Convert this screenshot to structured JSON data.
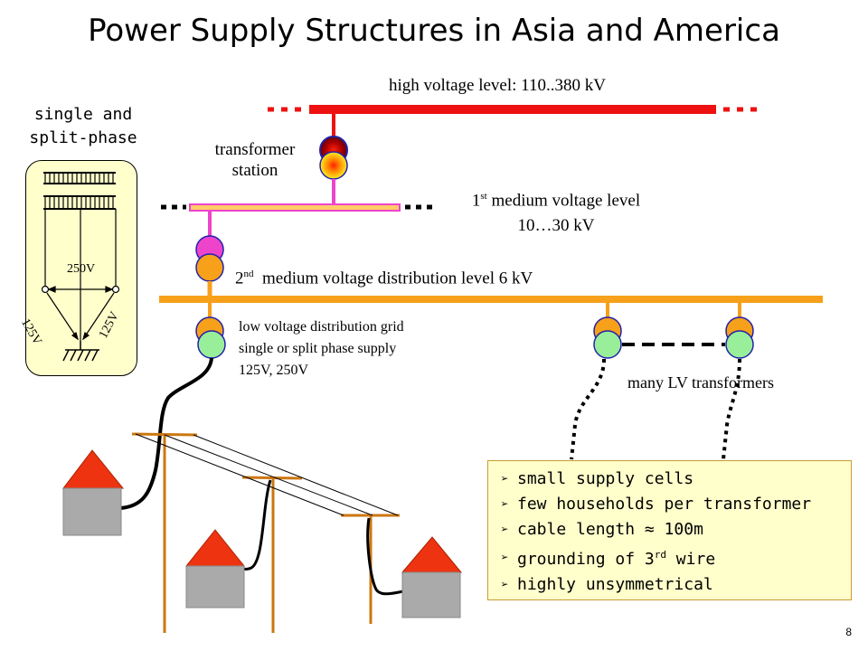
{
  "title": "Power Supply Structures in Asia and America",
  "labels": {
    "hv_level": "high voltage level: 110..380 kV",
    "transformer_station_1": "transformer",
    "transformer_station_2": "station",
    "mv1_prefix": "1",
    "mv1_sup": "st",
    "mv1_line1": " medium voltage level",
    "mv1_line2": "10…30 kV",
    "mv2_prefix": "2",
    "mv2_sup": "nd",
    "mv2_text": "medium voltage distribution level 6 kV",
    "lv_line1": "low voltage distribution grid",
    "lv_line2": "single or split phase supply",
    "lv_line3": "125V, 250V",
    "many_lv": "many LV transformers"
  },
  "split_phase": {
    "title_line1": "single and",
    "title_line2": "split-phase",
    "voltage_250": "250V",
    "voltage_125_left": "125V",
    "voltage_125_right": "125V"
  },
  "info_box": {
    "items": [
      {
        "text": "small supply cells"
      },
      {
        "text": "few households per transformer"
      },
      {
        "text": "cable length  ≈ 100m"
      },
      {
        "text_before": "grounding of 3",
        "sup": "rd",
        "text_after": " wire"
      },
      {
        "text": "highly unsymmetrical"
      }
    ],
    "bullet": "➢"
  },
  "page_number": "8",
  "colors": {
    "hv_bus": "#ee1111",
    "mv1_bus": "#ee44cc",
    "mv1_bus_fill": "#ffcc66",
    "mv2_bus": "#f7a01a",
    "lv_circle": "#99ee99",
    "house_roof": "#ee3311",
    "house_body": "#aaaaaa",
    "pole": "#cc7711"
  }
}
